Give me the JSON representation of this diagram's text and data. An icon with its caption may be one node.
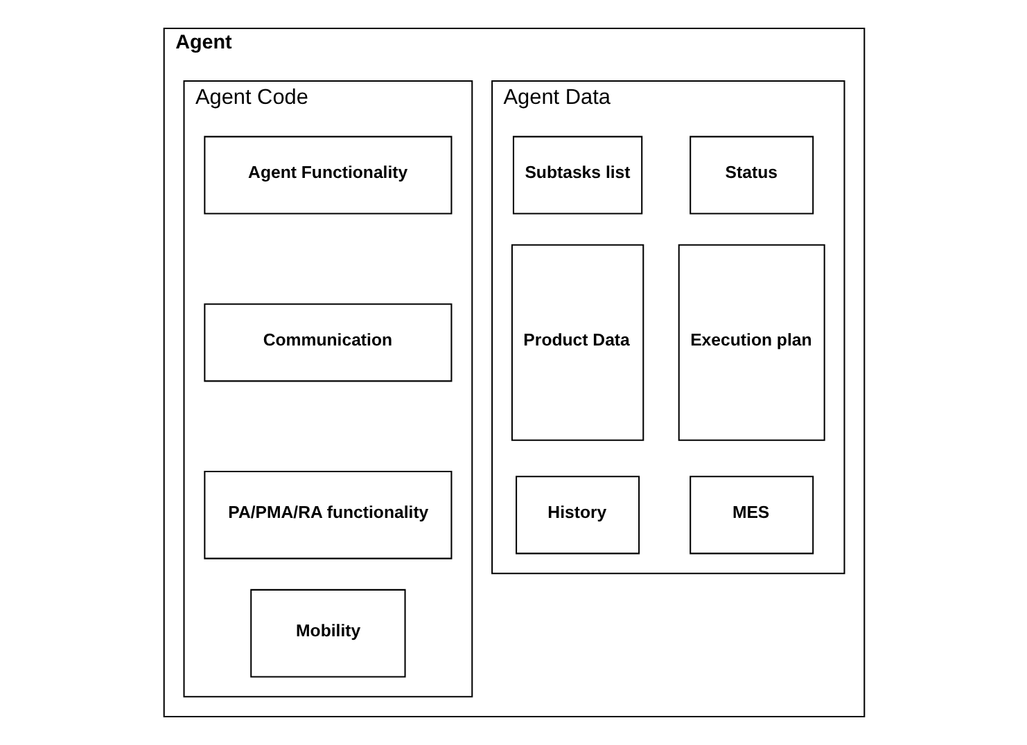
{
  "diagram": {
    "nodes": [
      {
        "text": [
          "Agent"
        ]
      },
      {
        "text": [
          "Agent Data"
        ],
        "in": 0
      },
      {
        "text": [
          "Status"
        ],
        "in": 1
      },
      {
        "text": [
          "Subtasks list"
        ],
        "in": 1
      },
      {
        "text": [
          "Execution plan"
        ],
        "in": 1
      },
      {
        "text": [
          "Product Data"
        ],
        "in": 1
      },
      {
        "text": [
          "MES"
        ],
        "in": 1
      },
      {
        "text": [
          "History"
        ],
        "in": 1
      },
      {
        "text": [
          "Agent Code"
        ],
        "in": 0
      },
      {
        "text": [
          "Agent Functionality"
        ],
        "in": 8
      },
      {
        "text": [
          "Communication"
        ],
        "in": 8
      },
      {
        "text": [
          "PA/PMA/RA functionality"
        ],
        "in": 8
      },
      {
        "text": [
          "Mobility"
        ],
        "in": 8
      }
    ],
    "edges": []
  }
}
